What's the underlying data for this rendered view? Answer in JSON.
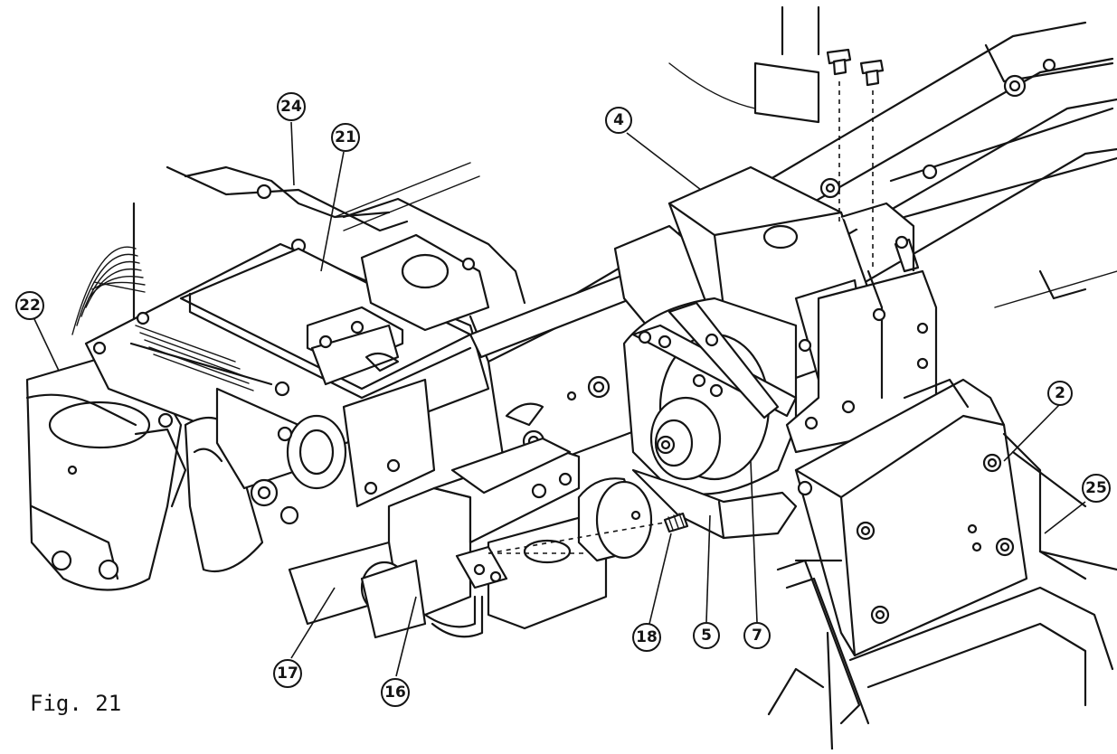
{
  "figure": {
    "caption": "Fig. 21",
    "callouts": [
      {
        "id": "c2",
        "label": "2"
      },
      {
        "id": "c4",
        "label": "4"
      },
      {
        "id": "c5",
        "label": "5"
      },
      {
        "id": "c7",
        "label": "7"
      },
      {
        "id": "c16",
        "label": "16"
      },
      {
        "id": "c17",
        "label": "17"
      },
      {
        "id": "c18",
        "label": "18"
      },
      {
        "id": "c21",
        "label": "21"
      },
      {
        "id": "c22",
        "label": "22"
      },
      {
        "id": "c24",
        "label": "24"
      },
      {
        "id": "c25",
        "label": "25"
      }
    ]
  }
}
